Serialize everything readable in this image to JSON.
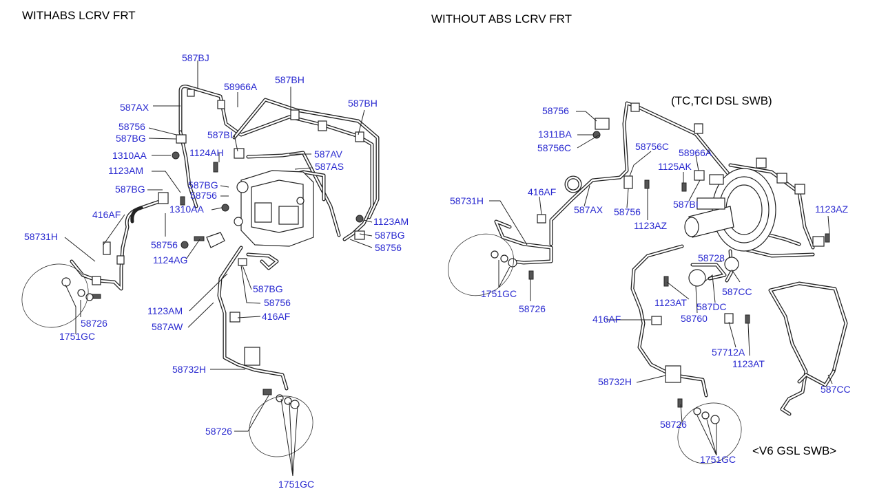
{
  "titles": {
    "left": "WITHABS LCRV FRT",
    "right": "WITHOUT ABS LCRV FRT",
    "right_sub": "(TC,TCI DSL    SWB)",
    "right_note": "<V6 GSL    SWB>"
  },
  "left_labels": {
    "l587BJ": "587BJ",
    "l58966A": "58966A",
    "l587BH_1": "587BH",
    "l587BH_2": "587BH",
    "l587AX": "587AX",
    "l58756_1": "58756",
    "l587BG_1": "587BG",
    "l587BI": "587BI",
    "l1310AA_1": "1310AA",
    "l1124AH": "1124AH",
    "l587AV": "587AV",
    "l587AS": "587AS",
    "l1123AM_1": "1123AM",
    "l587BG_2": "587BG",
    "l58756_2": "58756",
    "l587BG_3": "587BG",
    "l1310AA_2": "1310AA",
    "l416AF_1": "416AF",
    "l1123AM_2": "1123AM",
    "l587BG_4": "587BG",
    "l58756_3": "58756",
    "l58731H": "58731H",
    "l58756_4": "58756",
    "l1124AG": "1124AG",
    "l587BG_5": "587BG",
    "l58756_5": "58756",
    "l1123AM_3": "1123AM",
    "l587AW": "587AW",
    "l416AF_2": "416AF",
    "l58726_1": "58726",
    "l1751GC_1": "1751GC",
    "l58732H": "58732H",
    "l58726_2": "58726",
    "l1751GC_2": "1751GC"
  },
  "right_labels": {
    "r58756_1": "58756",
    "r1311BA": "1311BA",
    "r58756C_1": "58756C",
    "r58756C_2": "58756C",
    "r58966A": "58966A",
    "r1125AK": "1125AK",
    "r587BI": "587BI",
    "r416AF_1": "416AF",
    "r58731H": "58731H",
    "r587AX": "587AX",
    "r58756_2": "58756",
    "r1123AZ_1": "1123AZ",
    "r1123AZ_2": "1123AZ",
    "r1751GC_1": "1751GC",
    "r58726_1": "58726",
    "r58728": "58728",
    "r1123AT_1": "1123AT",
    "r587DC": "587DC",
    "r587CC_1": "587CC",
    "r58760": "58760",
    "r416AF_2": "416AF",
    "r57712A": "57712A",
    "r1123AT_2": "1123AT",
    "r58732H": "58732H",
    "r587CC_2": "587CC",
    "r58726_2": "58726",
    "r1751GC_2": "1751GC"
  }
}
